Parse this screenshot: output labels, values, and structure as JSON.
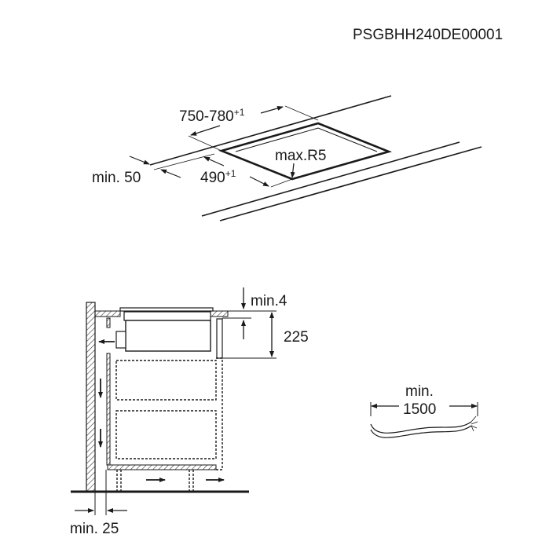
{
  "document_code": "PSGBHH240DE00001",
  "top_view": {
    "width_label": "750-780",
    "width_tolerance": "+1",
    "depth_label": "490",
    "depth_tolerance": "+1",
    "radius_label": "max.R5",
    "front_distance_label": "min. 50"
  },
  "side_view": {
    "top_gap_label": "min.4",
    "height_label": "225",
    "rear_gap_label": "min. 25"
  },
  "cable": {
    "label_line1": "min.",
    "label_line2": "1500"
  }
}
